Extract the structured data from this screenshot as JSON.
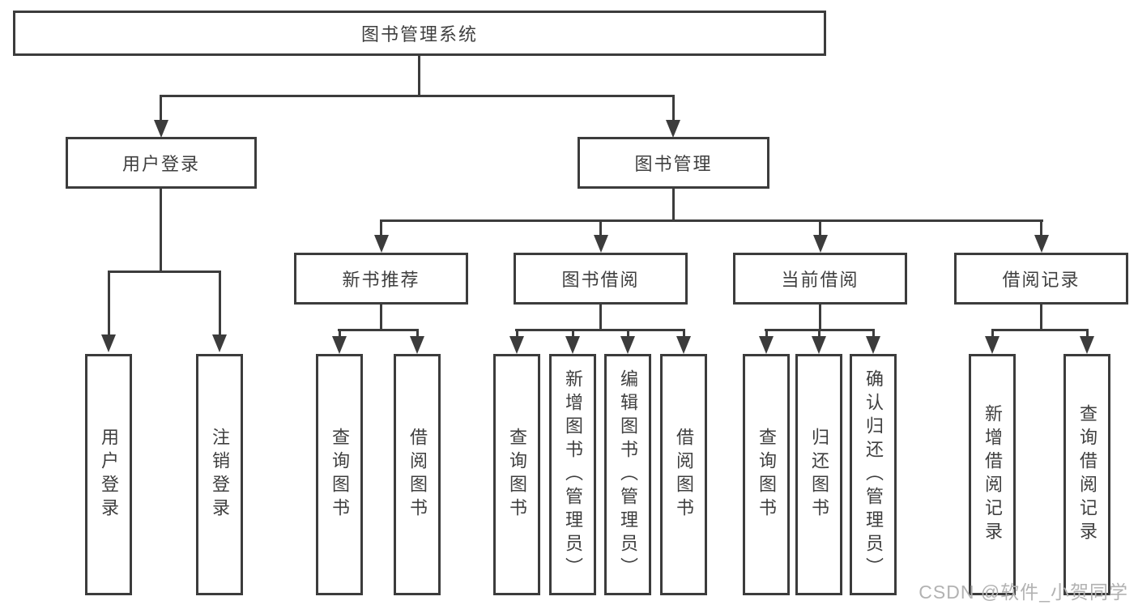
{
  "colors": {
    "line": "#3c3c3c",
    "text": "#3f3f3f",
    "watermark": "#b2b2b2",
    "background": "#ffffff"
  },
  "diagram": {
    "root": {
      "label": "图书管理系统"
    },
    "level2": [
      {
        "label": "用户登录"
      },
      {
        "label": "图书管理"
      }
    ],
    "level3": [
      {
        "label": "新书推荐"
      },
      {
        "label": "图书借阅"
      },
      {
        "label": "当前借阅"
      },
      {
        "label": "借阅记录"
      }
    ],
    "leaves": {
      "user_login": [
        "用户登录",
        "注销登录"
      ],
      "new_book_recommend": [
        "查询图书",
        "借阅图书"
      ],
      "book_borrow": [
        "查询图书",
        "新增图书（管理员）",
        "编辑图书（管理员）",
        "借阅图书"
      ],
      "current_borrow": [
        "查询图书",
        "归还图书",
        "确认归还（管理员）"
      ],
      "borrow_records": [
        "新增借阅记录",
        "查询借阅记录"
      ]
    }
  },
  "watermark": {
    "text": "CSDN @软件_小贺同学"
  }
}
